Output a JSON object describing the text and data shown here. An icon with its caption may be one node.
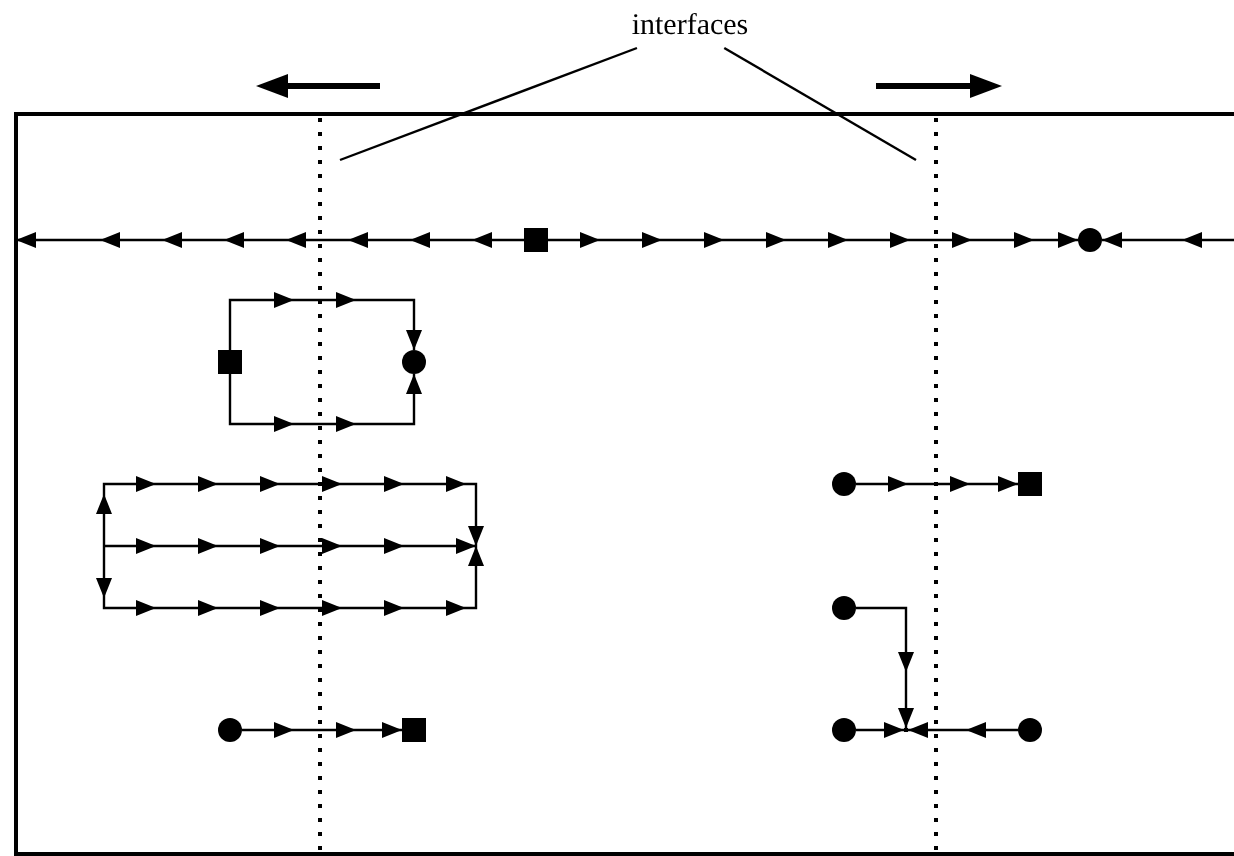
{
  "diagram": {
    "nodes": [
      {
        "text": [
          "interfaces"
        ]
      },
      {
        "text": [],
        "shape": "box"
      },
      {
        "text": [],
        "shape": "circle"
      },
      {
        "text": [],
        "shape": "box"
      },
      {
        "text": [],
        "shape": "circle"
      },
      {
        "text": [],
        "shape": "circle"
      },
      {
        "text": [],
        "shape": "box"
      },
      {
        "text": [],
        "shape": "circle"
      },
      {
        "text": [],
        "shape": "circle"
      },
      {
        "text": [],
        "shape": "box"
      },
      {
        "text": [],
        "shape": "circle"
      },
      {
        "text": [],
        "shape": "circle"
      },
      {
        "text": [],
        "shape": "point"
      }
    ],
    "edges": [
      {
        "from": 0,
        "to": null,
        "arrow": "none"
      },
      {
        "from": 0,
        "to": null,
        "arrow": "none"
      },
      {
        "from": 1,
        "to": null,
        "arrow": "to"
      },
      {
        "from": 1,
        "to": 2,
        "arrow": "to"
      },
      {
        "from": null,
        "to": 2,
        "arrow": "to"
      },
      {
        "from": 3,
        "to": 4,
        "arrow": "to"
      },
      {
        "from": 3,
        "to": 4,
        "arrow": "to"
      },
      {
        "from": 5,
        "to": 6,
        "arrow": "to"
      },
      {
        "from": 7,
        "to": 12,
        "arrow": "to"
      },
      {
        "from": 10,
        "to": 12,
        "arrow": "to"
      },
      {
        "from": 11,
        "to": 12,
        "arrow": "to"
      },
      {
        "from": 8,
        "to": 9,
        "arrow": "to"
      }
    ]
  }
}
